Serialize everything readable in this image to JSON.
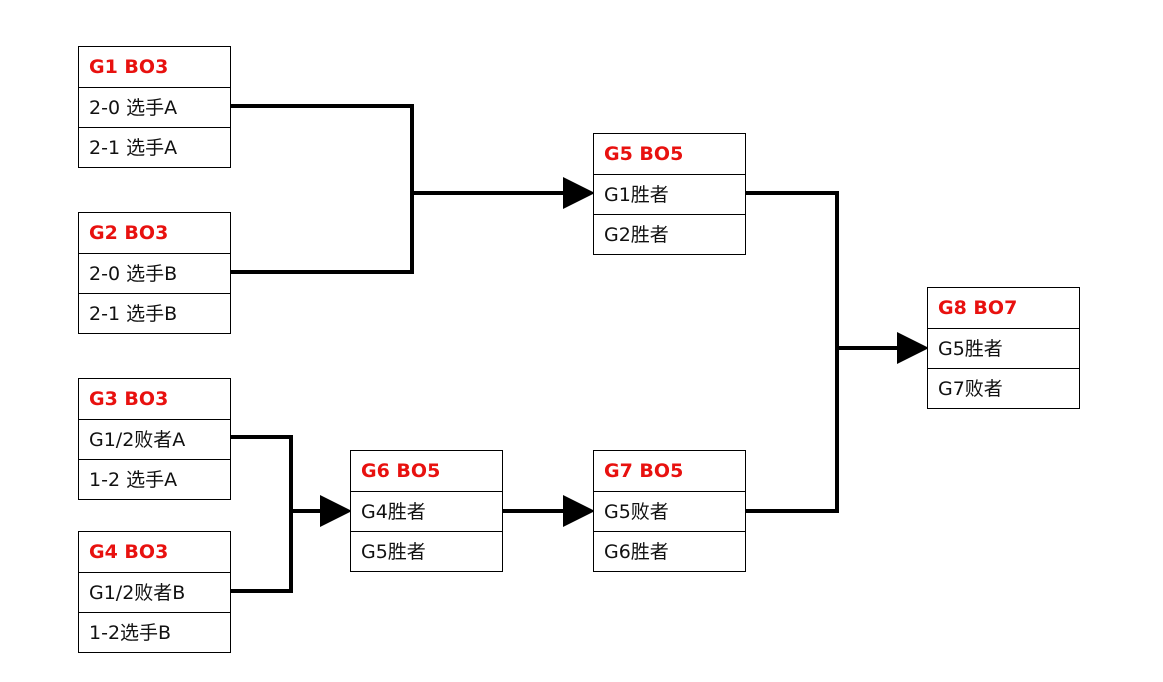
{
  "matches": {
    "g1": {
      "title": "G1 BO3",
      "slots": [
        "2-0 选手A",
        "2-1 选手A"
      ]
    },
    "g2": {
      "title": "G2 BO3",
      "slots": [
        "2-0 选手B",
        "2-1 选手B"
      ]
    },
    "g3": {
      "title": "G3 BO3",
      "slots": [
        "G1/2败者A",
        "1-2 选手A"
      ]
    },
    "g4": {
      "title": "G4 BO3",
      "slots": [
        "G1/2败者B",
        "1-2选手B"
      ]
    },
    "g5": {
      "title": "G5 BO5",
      "slots": [
        "G1胜者",
        "G2胜者"
      ]
    },
    "g6": {
      "title": "G6 BO5",
      "slots": [
        "G4胜者",
        "G5胜者"
      ]
    },
    "g7": {
      "title": "G7 BO5",
      "slots": [
        "G5败者",
        "G6胜者"
      ]
    },
    "g8": {
      "title": "G8 BO7",
      "slots": [
        "G5胜者",
        "G7败者"
      ]
    }
  },
  "colors": {
    "title": "#e8110f",
    "line": "#000000"
  }
}
